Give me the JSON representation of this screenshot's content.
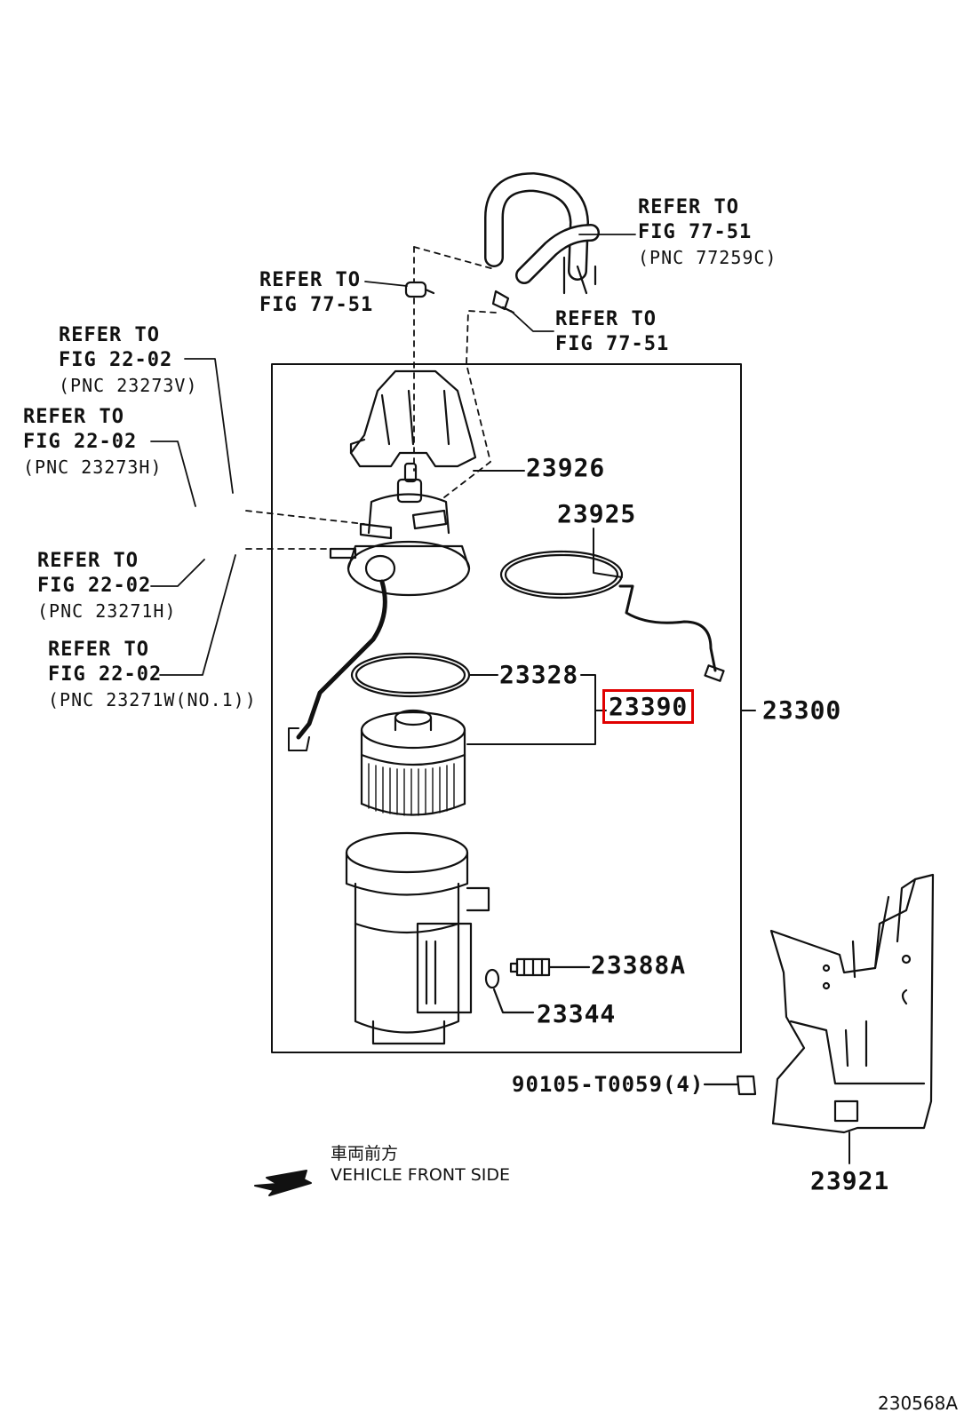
{
  "refs": {
    "r1": {
      "line1": "REFER TO",
      "line2": "FIG 77-51",
      "line3": "(PNC 77259C)"
    },
    "r2": {
      "line1": "REFER TO",
      "line2": "FIG 77-51"
    },
    "r3": {
      "line1": "REFER TO",
      "line2": "FIG 77-51"
    },
    "r4": {
      "line1": "REFER TO",
      "line2": "FIG 22-02",
      "line3": "(PNC 23273V)"
    },
    "r5": {
      "line1": "REFER TO",
      "line2": "FIG 22-02",
      "line3": "(PNC 23273H)"
    },
    "r6": {
      "line1": "REFER TO",
      "line2": "FIG 22-02",
      "line3": "(PNC 23271H)"
    },
    "r7": {
      "line1": "REFER TO",
      "line2": "FIG 22-02",
      "line3": "(PNC 23271W(NO.1))"
    }
  },
  "parts": {
    "p23926": "23926",
    "p23925": "23925",
    "p23328": "23328",
    "p23390": "23390",
    "p23300": "23300",
    "p23388A": "23388A",
    "p23344": "23344",
    "p90105": "90105-T0059(4)",
    "p23921": "23921"
  },
  "highlight_color": "#e00000",
  "front": {
    "jp": "車両前方",
    "en": "VEHICLE FRONT SIDE"
  },
  "figure_id": "230568A"
}
